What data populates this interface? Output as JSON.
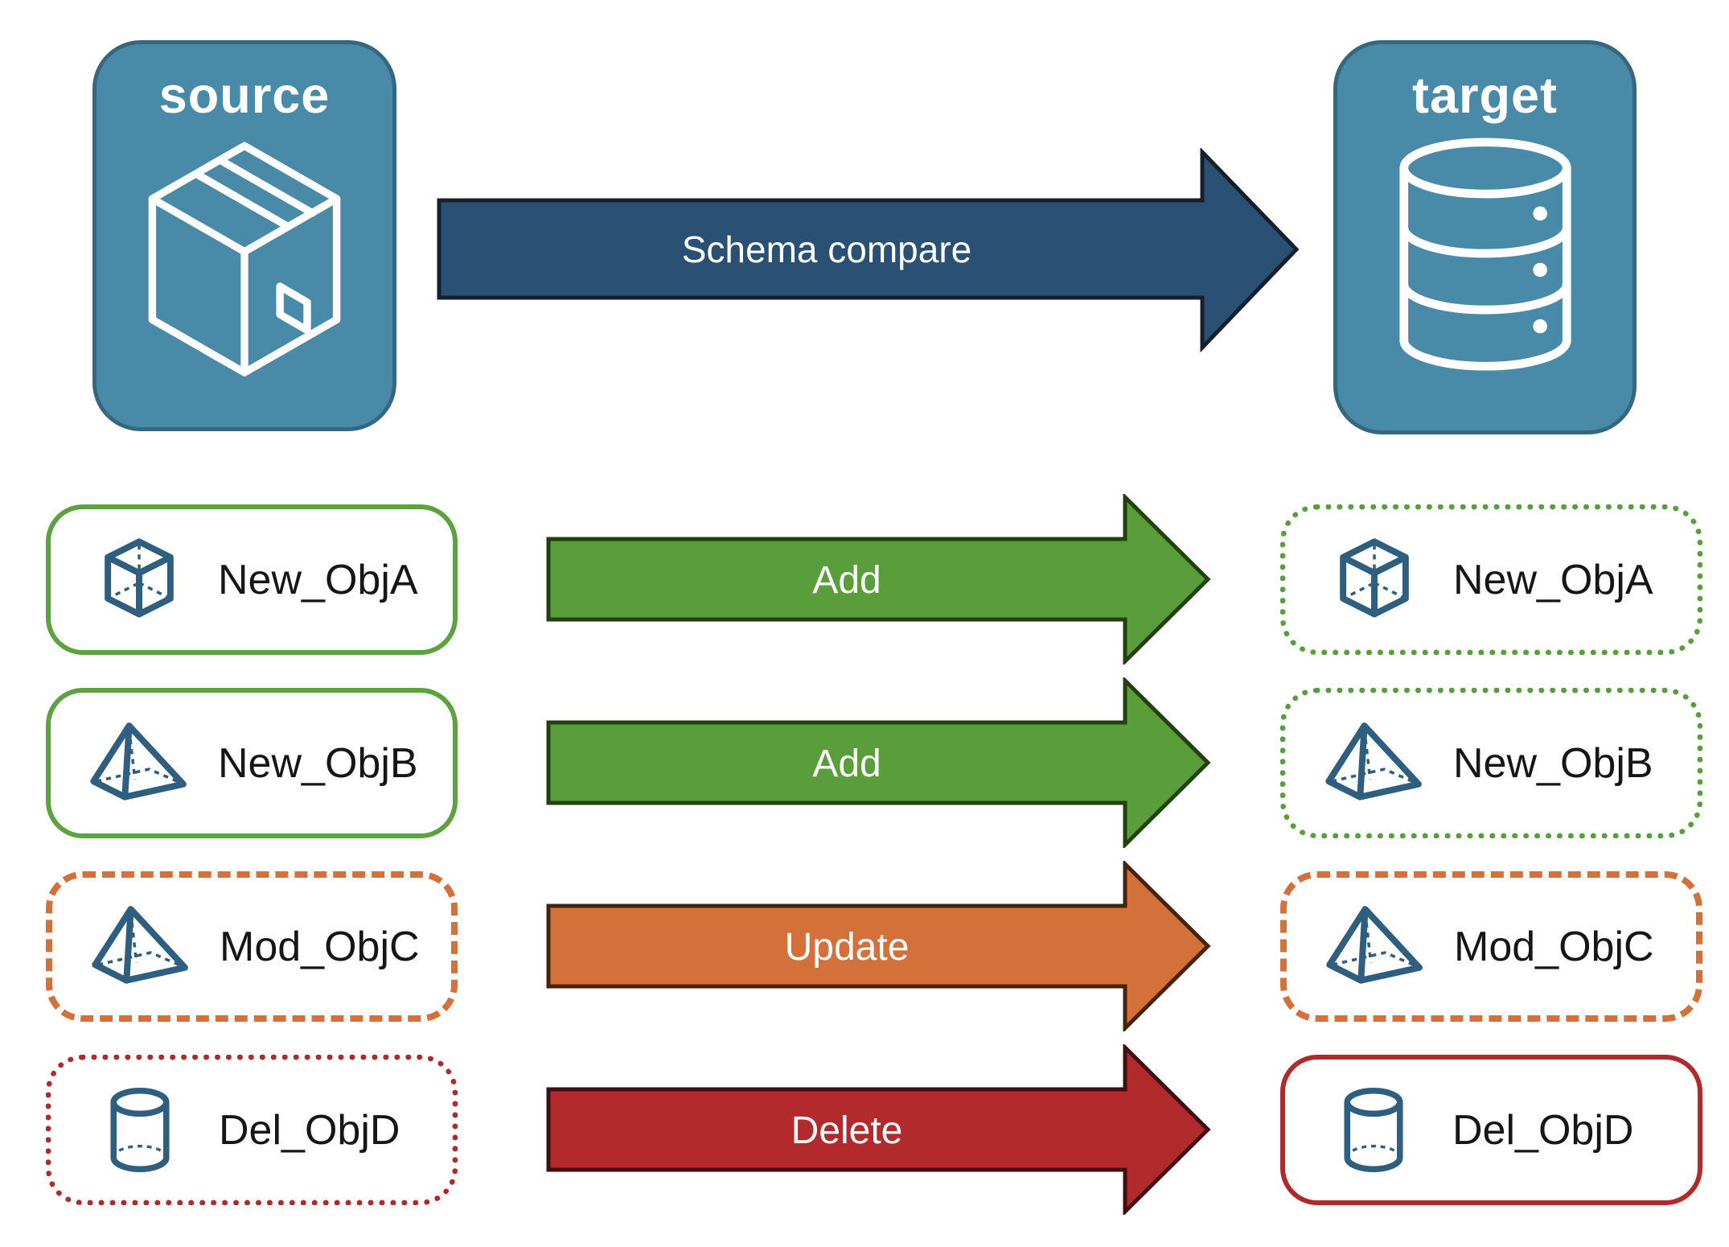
{
  "title_cards": {
    "source": {
      "label": "source",
      "icon": "package-icon"
    },
    "target": {
      "label": "target",
      "icon": "database-icon"
    }
  },
  "compare_arrow": {
    "label": "Schema compare"
  },
  "rows": [
    {
      "object_name": "New_ObjA",
      "action": "Add",
      "icon": "cube-icon",
      "source_box_style": "solid-green",
      "target_box_style": "dotted-green"
    },
    {
      "object_name": "New_ObjB",
      "action": "Add",
      "icon": "pyramid-icon",
      "source_box_style": "solid-green",
      "target_box_style": "dotted-green"
    },
    {
      "object_name": "Mod_ObjC",
      "action": "Update",
      "icon": "pyramid-icon",
      "source_box_style": "dashed-orange",
      "target_box_style": "dashed-orange"
    },
    {
      "object_name": "Del_ObjD",
      "action": "Delete",
      "icon": "cylinder-icon",
      "source_box_style": "dotted-red",
      "target_box_style": "solid-red"
    }
  ],
  "colors": {
    "card_fill": "#4a8aa9",
    "card_border": "#35687f",
    "compare_arrow_fill": "#2a5173",
    "compare_arrow_outline": "#161f2b",
    "add_arrow_fill": "#5a9e3c",
    "add_arrow_outline": "#23400f",
    "update_arrow_fill": "#d4713a",
    "update_arrow_outline": "#45240f",
    "delete_arrow_fill": "#b22a2b",
    "delete_arrow_outline": "#3f1013",
    "solid_green_border": "#5ca23f",
    "dashed_orange_border": "#d4713a",
    "red_border": "#b02a2b",
    "object_icon_stroke": "#2e5e80",
    "card_icon_stroke": "#ffffff",
    "arrow_text": "#ffffff",
    "label_text": "#161616"
  }
}
